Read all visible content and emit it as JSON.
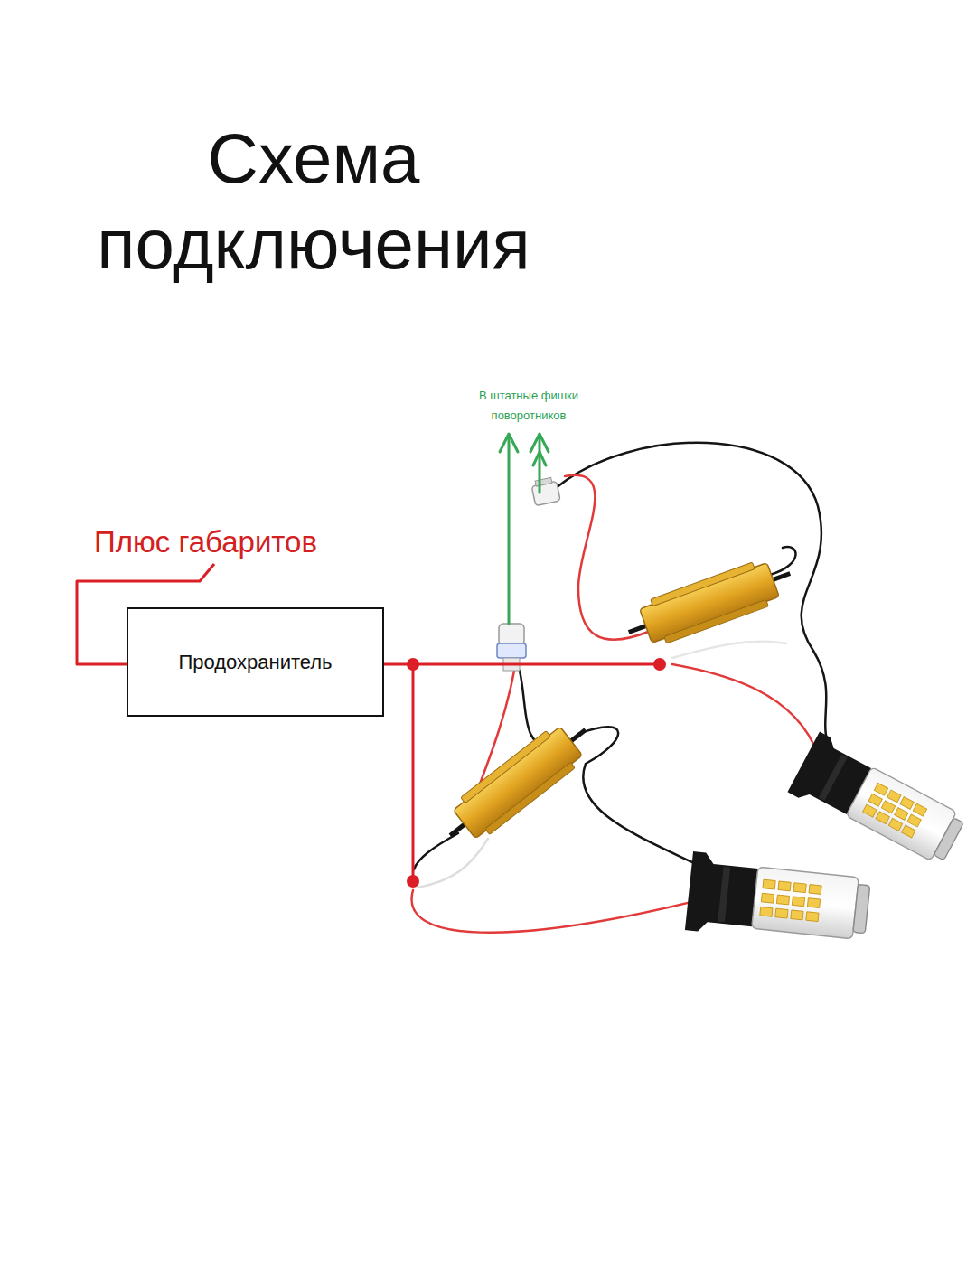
{
  "diagram": {
    "title": "Схема подключения",
    "nodes": [
      {
        "text": [
          "Продохранитель"
        ]
      }
    ],
    "labels": [
      "Плюс габаритов",
      "В штатные фишки поворотников"
    ]
  }
}
